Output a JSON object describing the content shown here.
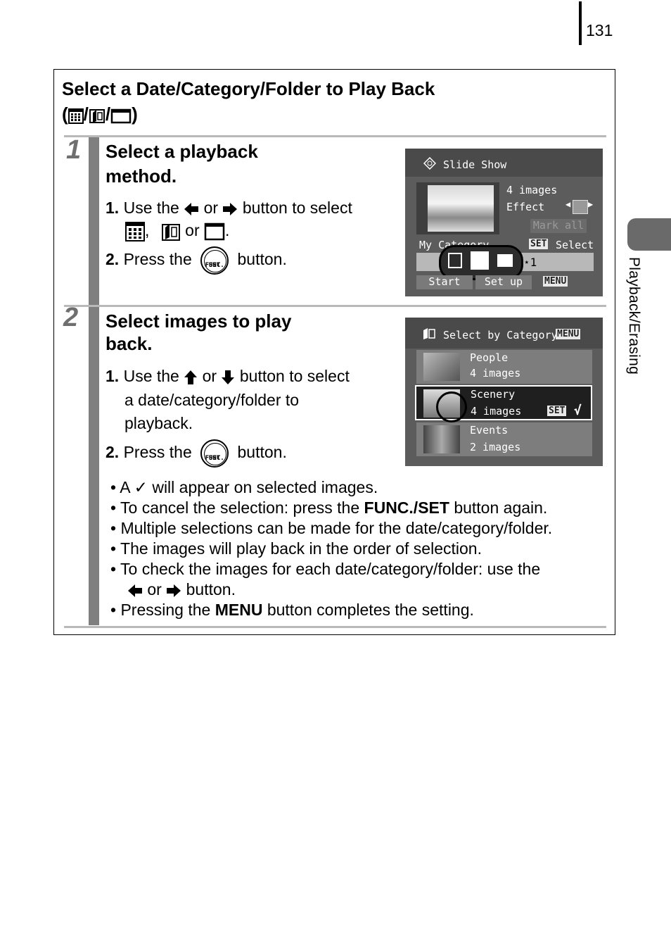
{
  "page": {
    "number": "131",
    "side_tab": "Playback/Erasing"
  },
  "section": {
    "title_line1": "Select a Date/Category/Folder to Play Back",
    "paren_open": "(",
    "paren_close": ")"
  },
  "step1": {
    "number": "1",
    "title_line1": "Select a playback",
    "title_line2": "method.",
    "item1_num": "1.",
    "item1_text_a": "Use the",
    "item1_or": "or",
    "item1_text_b": "button to select",
    "item1_sep": ",",
    "item1_or2": "or",
    "item1_end": ".",
    "item2_num": "2.",
    "item2_text_a": "Press the",
    "item2_text_b": "button.",
    "func_label_1": "FUNC.",
    "func_label_2": "SET"
  },
  "screen1": {
    "header": "Slide Show",
    "images": "4 images",
    "effect": "Effect",
    "mark_all": "Mark all",
    "my_category": "My Category",
    "set": "SET",
    "select": "Select",
    "start": "Start",
    "set_up": "Set up",
    "menu": "MENU",
    "star": "⋆1"
  },
  "step2": {
    "number": "2",
    "title_line1": "Select images to play",
    "title_line2": "back.",
    "item1_num": "1.",
    "item1_text_a": "Use the",
    "item1_or": "or",
    "item1_text_b": "button to select",
    "item1_line2": "a date/category/folder to",
    "item1_line3": "playback.",
    "item2_num": "2.",
    "item2_text_a": "Press the",
    "item2_text_b": "button."
  },
  "screen2": {
    "header": "Select by Category",
    "menu": "MENU",
    "rows": [
      {
        "name": "People",
        "count": "4 images"
      },
      {
        "name": "Scenery",
        "count": "4 images"
      },
      {
        "name": "Events",
        "count": "2 images"
      }
    ],
    "set": "SET",
    "check": "√"
  },
  "notes": {
    "n1_a": "A",
    "n1_check": "✓",
    "n1_b": "will appear on selected images.",
    "n2_a": "To cancel the selection: press the",
    "n2_bold": "FUNC./SET",
    "n2_b": "button again.",
    "n3": "Multiple selections can be made for the date/category/folder.",
    "n4": "The images will play back in the order of selection.",
    "n5_line1": "To check the images for each date/category/folder: use the",
    "n5_or": "or",
    "n5_end": "button.",
    "n6_a": "Pressing the",
    "n6_bold": "MENU",
    "n6_b": "button completes the setting.",
    "bullet": "•"
  }
}
